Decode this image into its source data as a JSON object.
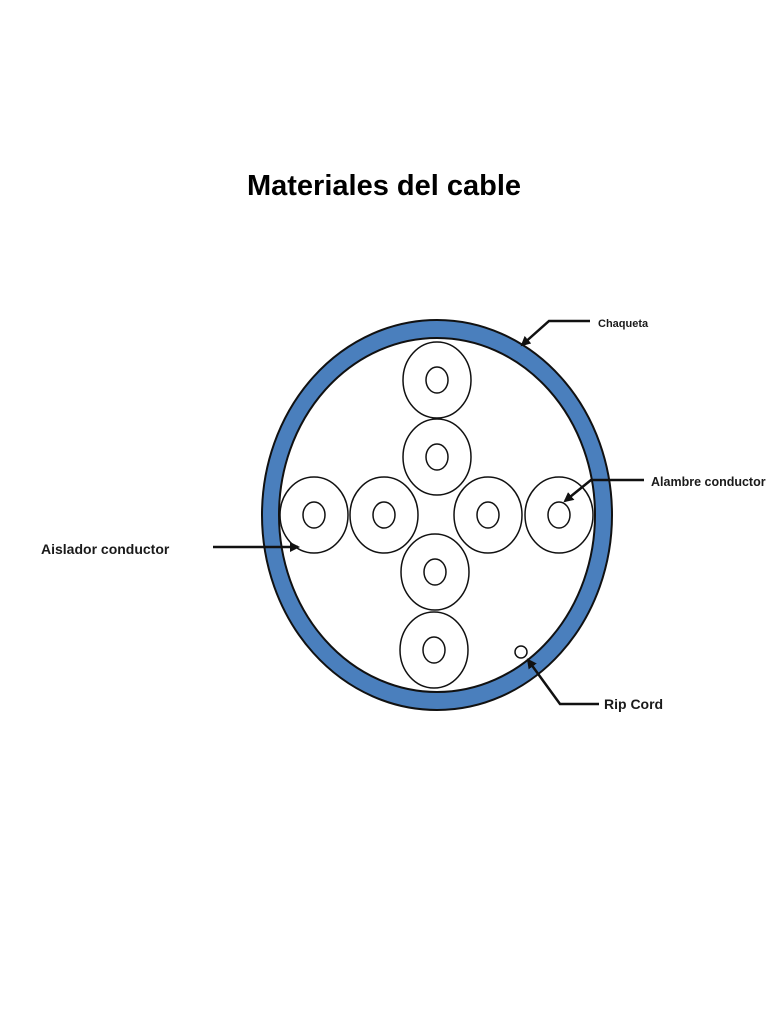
{
  "title": "Materiales del cable",
  "colors": {
    "jacket": "#4a7fbd",
    "stroke": "#111111",
    "background": "#ffffff"
  },
  "labels": {
    "chaqueta": "Chaqueta",
    "alambre_conductor": "Alambre conductor",
    "aislador_conductor": "Aislador conductor",
    "rip_cord": "Rip Cord"
  }
}
